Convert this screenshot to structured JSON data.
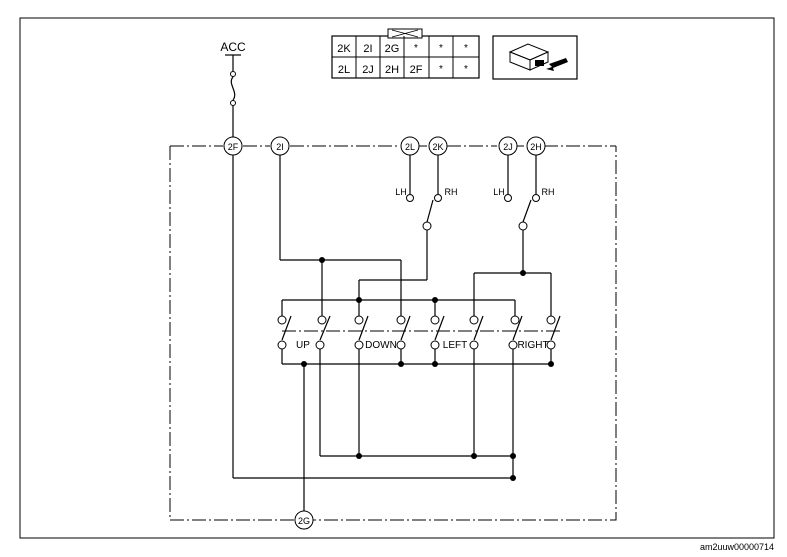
{
  "diagram": {
    "power_label": "ACC",
    "connector": {
      "row1": [
        "2K",
        "2I",
        "2G",
        "*",
        "*",
        "*"
      ],
      "row2": [
        "2L",
        "2J",
        "2H",
        "2F",
        "*",
        "*"
      ]
    },
    "terminals": {
      "t2F": "2F",
      "t2I": "2I",
      "t2L": "2L",
      "t2K": "2K",
      "t2J": "2J",
      "t2H": "2H",
      "t2G": "2G"
    },
    "selector_labels": {
      "lh_left": "LH",
      "rh_left": "RH",
      "lh_right": "LH",
      "rh_right": "RH"
    },
    "switch_labels": {
      "up": "UP",
      "down": "DOWN",
      "left": "LEFT",
      "right": "RIGHT"
    },
    "figure_id": "am2uuw00000714"
  }
}
